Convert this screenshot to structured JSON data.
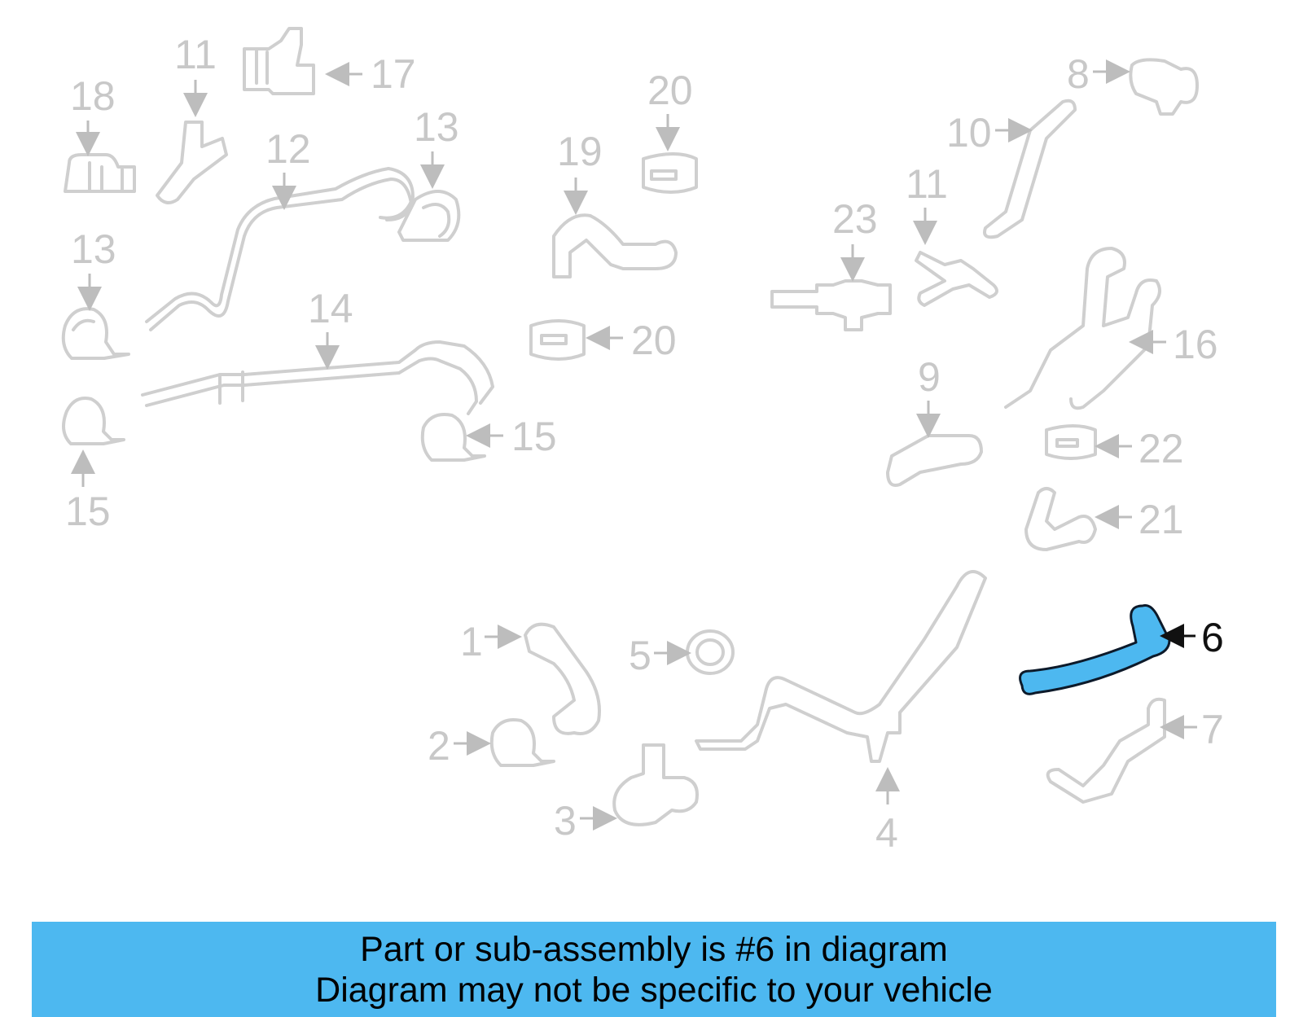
{
  "callouts": {
    "c1": "1",
    "c2": "2",
    "c3": "3",
    "c4": "4",
    "c5": "5",
    "c6": "6",
    "c7": "7",
    "c8": "8",
    "c9": "9",
    "c10": "10",
    "c11a": "11",
    "c11b": "11",
    "c12": "12",
    "c13a": "13",
    "c13b": "13",
    "c14": "14",
    "c15a": "15",
    "c15b": "15",
    "c16": "16",
    "c17": "17",
    "c18": "18",
    "c19": "19",
    "c20a": "20",
    "c20b": "20",
    "c21": "21",
    "c22": "22",
    "c23": "23"
  },
  "highlight": {
    "part": "6",
    "color": "#4db8f0"
  },
  "banner": {
    "line1": "Part or sub-assembly is #6 in diagram",
    "line2": "Diagram may not be specific to your vehicle",
    "background": "#4db8f0"
  }
}
